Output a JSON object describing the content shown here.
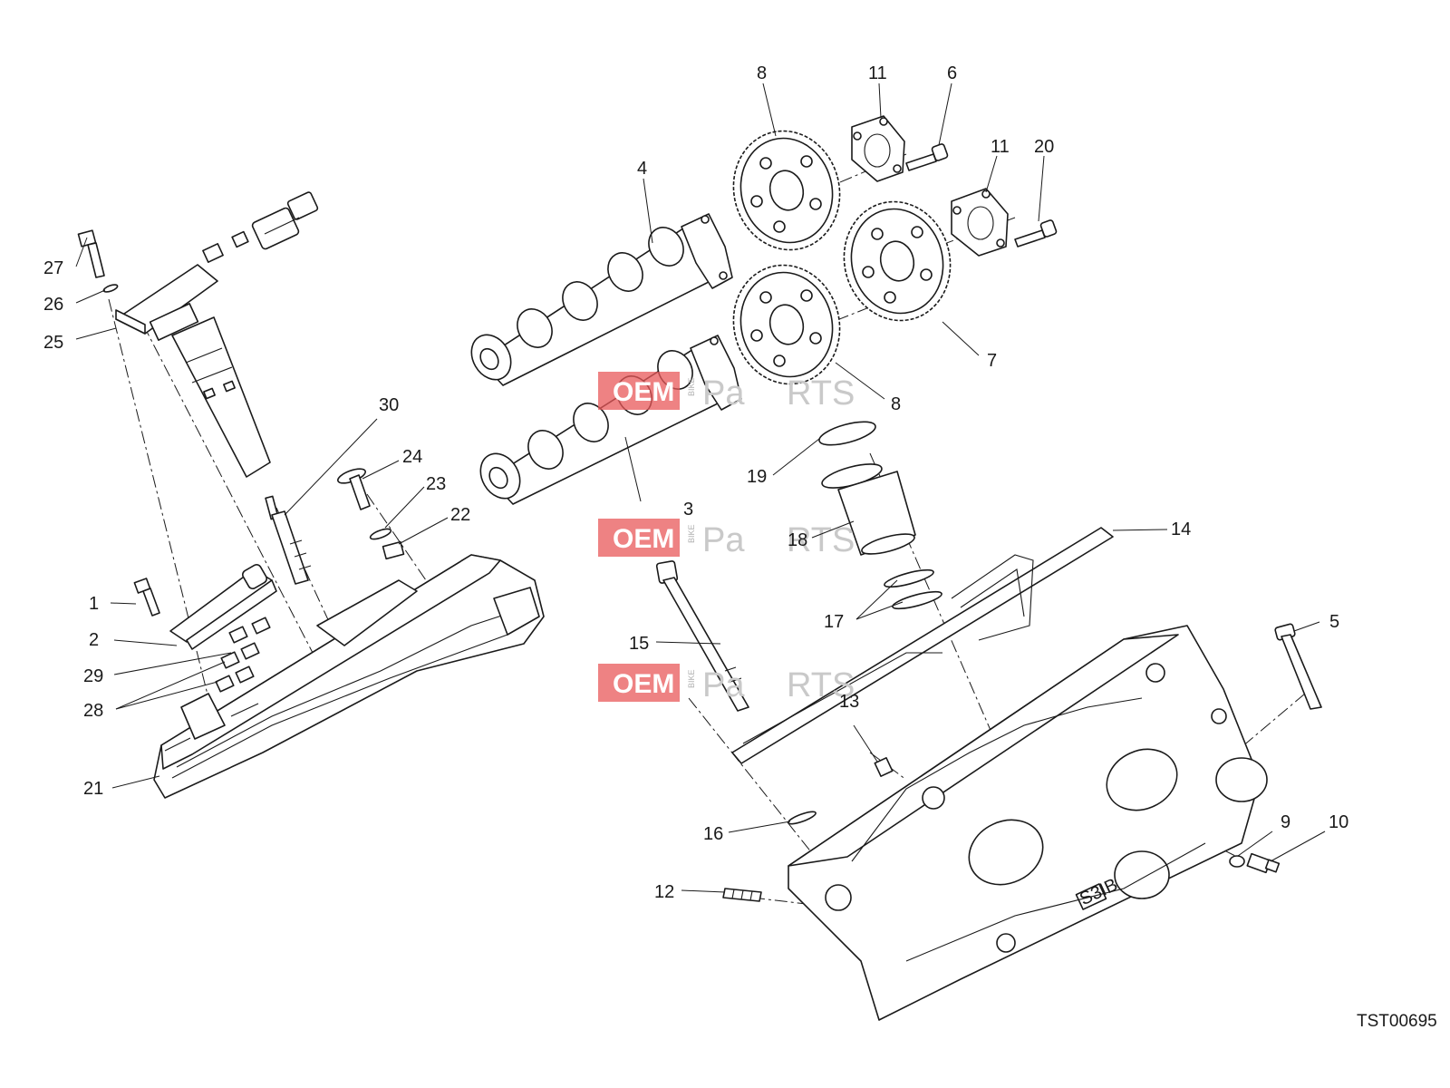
{
  "diagram_code": "TST00695",
  "watermark": {
    "prefix": "OEM",
    "side": "BIKE",
    "word_a": "Pa",
    "word_b": "RTS",
    "accent": "#e8585a"
  },
  "callouts": [
    "1",
    "2",
    "3",
    "4",
    "5",
    "6",
    "7",
    "8",
    "8",
    "9",
    "10",
    "11",
    "11",
    "12",
    "13",
    "14",
    "15",
    "16",
    "17",
    "18",
    "19",
    "20",
    "21",
    "22",
    "23",
    "24",
    "25",
    "26",
    "27",
    "28",
    "29",
    "30"
  ],
  "head_marking": "S3IB"
}
